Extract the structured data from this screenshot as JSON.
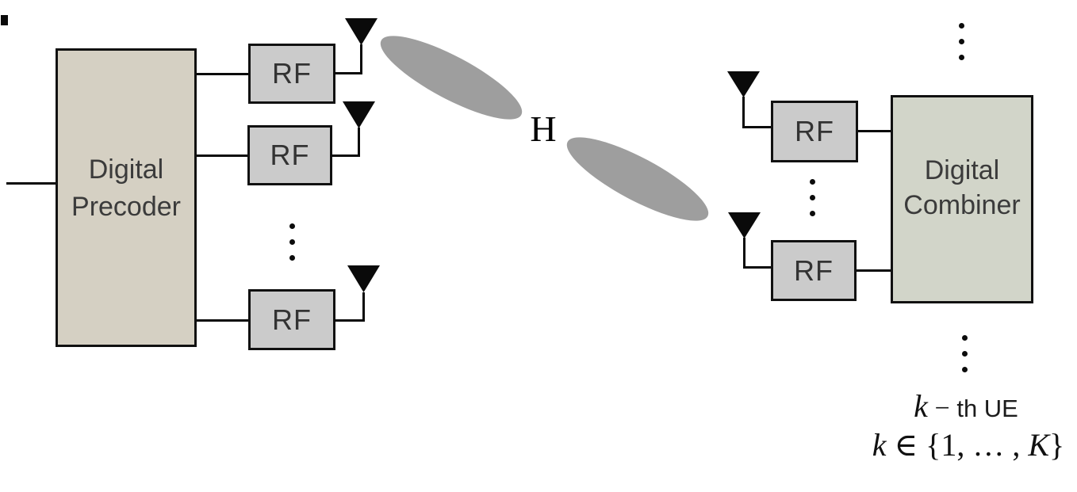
{
  "figure": {
    "transmitter": {
      "precoder": {
        "line1": "Digital",
        "line2": "Precoder"
      },
      "rf_chains": [
        {
          "label": "RF"
        },
        {
          "label": "RF"
        },
        {
          "label": "RF"
        }
      ]
    },
    "channel": {
      "label": "H"
    },
    "receiver": {
      "rf_chains": [
        {
          "label": "RF"
        },
        {
          "label": "RF"
        }
      ],
      "combiner": {
        "line1": "Digital",
        "line2": "Combiner"
      },
      "ue_caption": {
        "k": "k",
        "dash": "−",
        "rest": "th UE"
      },
      "ue_set": {
        "k": "k",
        "mid": " ∈ {1, ",
        "dots": "…",
        "comma": " , ",
        "K": "K",
        "close": "}"
      }
    },
    "colors": {
      "precoder_fill": "#d5d0c3",
      "combiner_fill": "#d2d5c9",
      "rf_fill": "#cbcbcb",
      "beam_fill": "#9e9e9e",
      "line": "#0a0a0a",
      "label_text": "#3b3b3b"
    }
  }
}
